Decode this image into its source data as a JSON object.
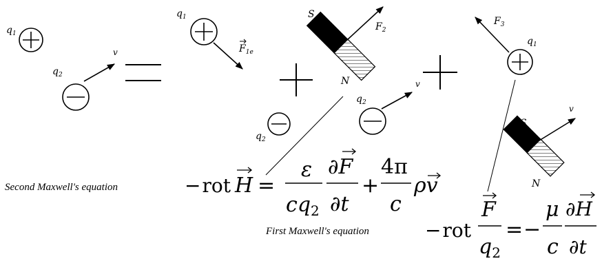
{
  "charges": {
    "q1": "q",
    "q1_sub": "1",
    "q2": "q",
    "q2_sub": "2"
  },
  "vectors": {
    "v": "v",
    "F1e": "F",
    "F1e_sub": "1e",
    "F2": "F",
    "F2_sub": "2",
    "F3": "F",
    "F3_sub": "3"
  },
  "magnet": {
    "south": "S",
    "north": "N"
  },
  "operators": {
    "equals": "=",
    "plus": "+"
  },
  "equations": {
    "second_label": "Second Maxwell's equation",
    "first_label": "First Maxwell's equation",
    "minus": "−",
    "rot": "rot",
    "H": "H",
    "eq": "=",
    "eps": "ε",
    "c": "c",
    "q": "q",
    "q_sub": "2",
    "d": "∂",
    "F": "F",
    "t": "t",
    "plus": "+",
    "four_pi": "4π",
    "rho": "ρ",
    "v": "v",
    "mu": "μ"
  },
  "colors": {
    "ink": "#000000",
    "background": "#ffffff"
  }
}
